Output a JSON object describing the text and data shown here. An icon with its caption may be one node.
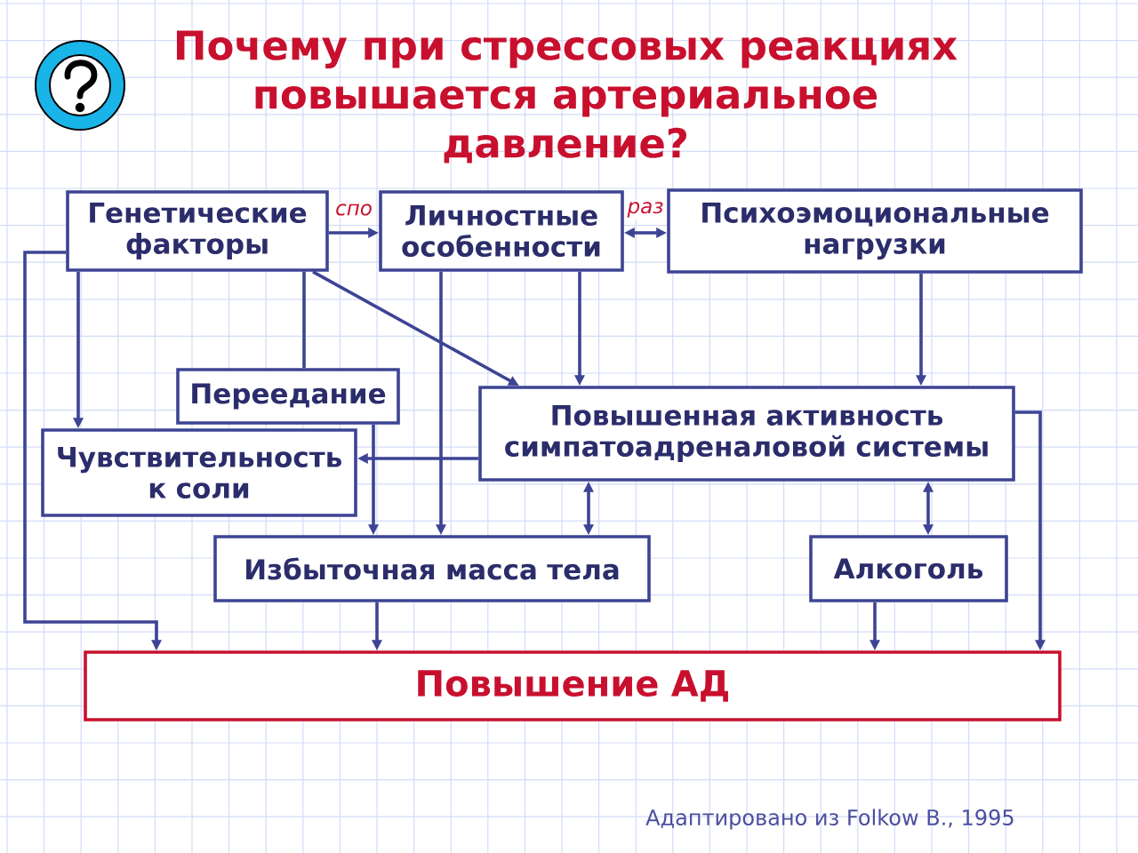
{
  "diagram": {
    "title": "Почему при стрессовых реакциях повышается артериальное давление?",
    "nodes": [
      {
        "text": [
          "Генетические факторы"
        ]
      },
      {
        "text": [
          "Личностные особенности"
        ]
      },
      {
        "text": [
          "Психоэмоциональные нагрузки"
        ]
      },
      {
        "text": [
          "Переедание"
        ]
      },
      {
        "text": [
          "Повышенная активность симпатоадреналовой системы"
        ]
      },
      {
        "text": [
          "Чувствительность к соли"
        ]
      },
      {
        "text": [
          "Избыточная масса тела"
        ]
      },
      {
        "text": [
          "Алкоголь"
        ]
      },
      {
        "text": [
          "Повышение АД"
        ]
      }
    ],
    "edges": [
      {
        "from": 0,
        "to": 1,
        "arrow": "to",
        "label": "спо"
      },
      {
        "from": 1,
        "to": 2,
        "arrow": "both",
        "label": "раз"
      },
      {
        "from": 0,
        "to": 5,
        "arrow": "to"
      },
      {
        "from": 0,
        "to": 8,
        "arrow": "to"
      },
      {
        "from": 0,
        "to": 3,
        "arrow": "none"
      },
      {
        "from": 3,
        "to": 6,
        "arrow": "to"
      },
      {
        "from": 0,
        "to": 4,
        "arrow": "to"
      },
      {
        "from": 1,
        "to": 6,
        "arrow": "to"
      },
      {
        "from": 1,
        "to": 4,
        "arrow": "to"
      },
      {
        "from": 2,
        "to": 4,
        "arrow": "to"
      },
      {
        "from": 4,
        "to": 5,
        "arrow": "to"
      },
      {
        "from": 4,
        "to": 6,
        "arrow": "both"
      },
      {
        "from": 4,
        "to": 7,
        "arrow": "both"
      },
      {
        "from": 4,
        "to": 8,
        "arrow": "to"
      },
      {
        "from": 6,
        "to": 8,
        "arrow": "to"
      },
      {
        "from": 7,
        "to": 8,
        "arrow": "to"
      }
    ],
    "labels": [
      "Адаптировано из Folkow B., 1995"
    ]
  }
}
